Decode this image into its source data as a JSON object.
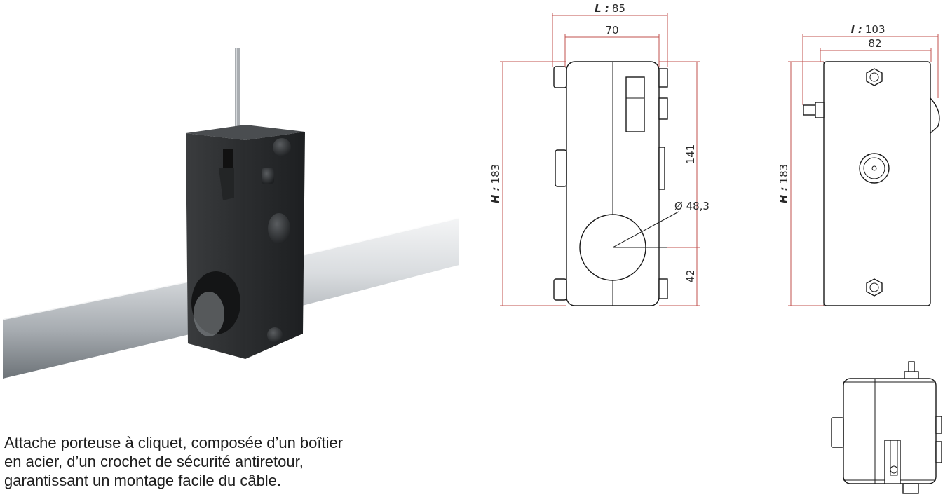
{
  "caption": {
    "line1": "Attache porteuse à cliquet, composée d’un boîtier",
    "line2": "en acier, d’un crochet de sécurité antiretour,",
    "line3": "garantissant un montage facile du câble."
  },
  "front_view": {
    "width_key": "L :",
    "width_value": "85",
    "inner_width": "70",
    "height_key": "H :",
    "height_value": "183",
    "upper_height": "141",
    "lower_height": "42",
    "tube_diameter": "Ø 48,3"
  },
  "side_view": {
    "width_key": "l :",
    "width_value": "103",
    "inner_width": "82",
    "height_key": "H :",
    "height_value": "183"
  },
  "colors": {
    "dimension_line": "#c0504d",
    "box": "#2f3133",
    "tube": "#d9dcdf"
  }
}
